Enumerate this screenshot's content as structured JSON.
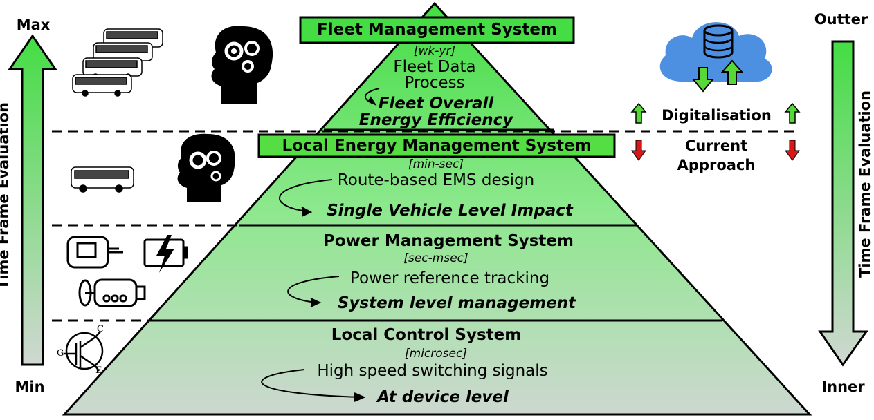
{
  "levels": [
    {
      "title": "Fleet Management System",
      "timescale": "[wk-yr]",
      "description": "Fleet Data\nProcess",
      "impact": "Fleet Overall\nEnergy Efficiency"
    },
    {
      "title": "Local Energy Management System",
      "timescale": "[min-sec]",
      "description": "Route-based EMS design",
      "impact": "Single Vehicle Level Impact"
    },
    {
      "title": "Power Management System",
      "timescale": "[sec-msec]",
      "description": "Power reference tracking",
      "impact": "System level management"
    },
    {
      "title": "Local Control System",
      "timescale": "[microsec]",
      "description": "High speed switching signals",
      "impact": "At device level"
    }
  ],
  "left_axis": {
    "top_label": "Max",
    "bottom_label": "Min",
    "axis_label": "Time Frame Evaluation"
  },
  "right_axis": {
    "top_label": "Outter",
    "bottom_label": "Inner",
    "axis_label": "Time Frame Evaluation"
  },
  "annotations": {
    "digitalisation": "Digitalisation",
    "current_approach": "Current\nApproach"
  },
  "igbt_labels": {
    "collector": "C",
    "gate": "G",
    "emitter": "E"
  },
  "icons": [
    "bus-fleet-icon",
    "head-gears-icon",
    "single-bus-icon",
    "electric-motor-icon",
    "battery-icon",
    "fan-motor-icon",
    "igbt-transistor-icon",
    "cloud-database-icon"
  ],
  "colors": {
    "top_green": "#4fe04f",
    "light_green": "#8ee88e",
    "bottom_gray": "#c8d8cc",
    "arrow_up": "#58d838",
    "arrow_down": "#d81818",
    "cloud": "#4d8fe0"
  }
}
